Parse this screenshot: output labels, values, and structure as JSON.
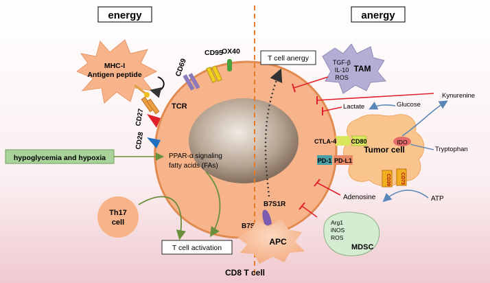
{
  "headers": {
    "left": "energy",
    "right": "anergy"
  },
  "cell_caption": "CD8 T cell",
  "mhc": {
    "line1": "MHC-I",
    "line2": "Antigen peptide"
  },
  "tcr": "TCR",
  "receptors": {
    "cd69": "CD69",
    "cd95": "CD95",
    "ox40": "OX40",
    "cd27": "CD27",
    "cd28": "CD28"
  },
  "hypo_box": "hypoglycemia and hypoxia",
  "ppar": {
    "line1": "PPAR-α signaling",
    "line2": "fatty acids (FAs)"
  },
  "th17": {
    "line1": "Th17",
    "line2": "cell"
  },
  "t_activation": "T cell activation",
  "t_anergy": "T cell anergy",
  "tam": {
    "title": "TAM",
    "l1": "TGF-β",
    "l2": "IL-10",
    "l3": "ROS"
  },
  "kynurenine": "Kynurenine",
  "lactate": "Lactate",
  "glucose": "Glucose",
  "tumor": {
    "label": "Tumor cell",
    "ido": "IDO",
    "tryptophan": "Tryptophan",
    "cd80": "CD80",
    "ctla4": "CTLA-4",
    "pd1": "PD-1",
    "pdl1": "PD-L1",
    "cd39": "CD39",
    "cd73": "CD73"
  },
  "adenosine": "Adenosine",
  "atp": "ATP",
  "b7s1r": "B7S1R",
  "b7s1": "B7S1",
  "apc": "APC",
  "mdsc": {
    "title": "MDSC",
    "l1": "Arg1",
    "l2": "iNOS",
    "l3": "ROS"
  },
  "colors": {
    "cell": "#f7b48a",
    "cell_border": "#e08a4f",
    "inhibit": "#e0202a",
    "activate": "#6a8f3a",
    "arrow_blue": "#5b87b8",
    "hypo_fill": "#a9d39a"
  }
}
